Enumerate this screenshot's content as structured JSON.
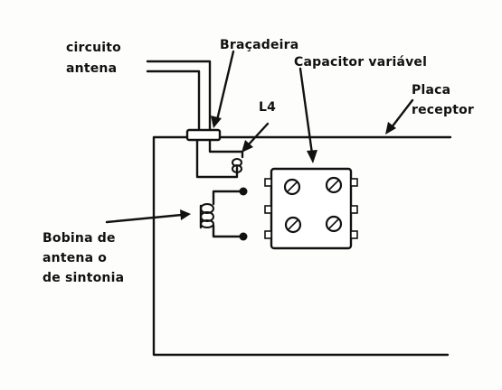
{
  "labels": {
    "circuito_line1": "circuito",
    "circuito_line2": "antena",
    "bracadeira": "Braçadeira",
    "capacitor": "Capacitor variável",
    "placa_line1": "Placa",
    "placa_line2": "receptor",
    "l4": "L4",
    "bobina_line1": "Bobina de",
    "bobina_line2": "antena o",
    "bobina_line3": "de sintonia"
  },
  "colors": {
    "ink": "#111111",
    "paper": "#fdfdfc"
  }
}
